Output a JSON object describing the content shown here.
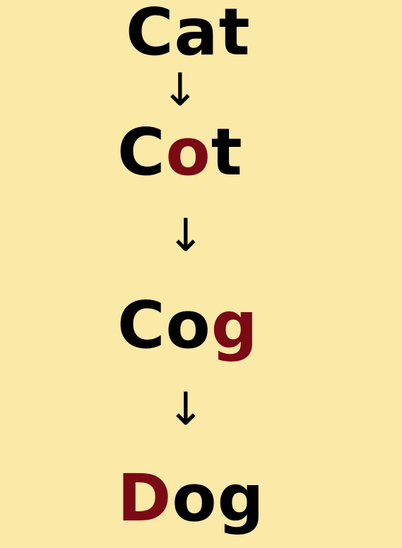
{
  "colors": {
    "background": "#fbe9a8",
    "text": "#000000",
    "changed_letter": "#7a0a14"
  },
  "words": [
    {
      "letters": [
        {
          "char": "C",
          "changed": false
        },
        {
          "char": "a",
          "changed": false
        },
        {
          "char": "t",
          "changed": false
        }
      ]
    },
    {
      "letters": [
        {
          "char": "C",
          "changed": false
        },
        {
          "char": "o",
          "changed": true
        },
        {
          "char": "t",
          "changed": false
        }
      ]
    },
    {
      "letters": [
        {
          "char": "C",
          "changed": false
        },
        {
          "char": "o",
          "changed": false
        },
        {
          "char": "g",
          "changed": true
        }
      ]
    },
    {
      "letters": [
        {
          "char": "D",
          "changed": true
        },
        {
          "char": "o",
          "changed": false
        },
        {
          "char": "g",
          "changed": false
        }
      ]
    }
  ],
  "arrow_symbol": "↓"
}
